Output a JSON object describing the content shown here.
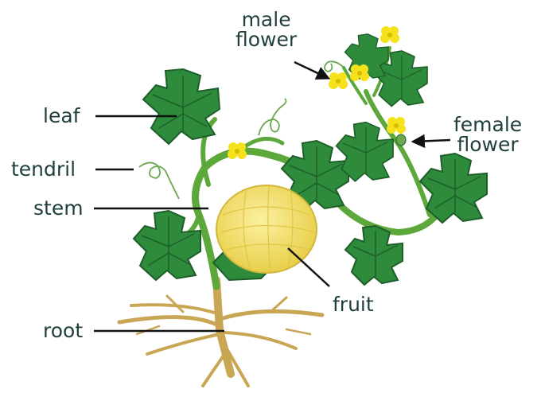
{
  "labels": {
    "male_flower": "male\nflower",
    "male_line1": "male",
    "male_line2": "flower",
    "leaf": "leaf",
    "tendril": "tendril",
    "stem": "stem",
    "female_line1": "female",
    "female_line2": "flower",
    "fruit": "fruit",
    "root": "root"
  },
  "colors": {
    "label_text": "#1f3f3d",
    "leaf_fill": "#2e8b3c",
    "leaf_dark": "#1e5e29",
    "stem": "#5da83a",
    "flower": "#f6e21c",
    "fruit": "#f3e06a",
    "root": "#c8a653",
    "pointer": "#111111"
  }
}
